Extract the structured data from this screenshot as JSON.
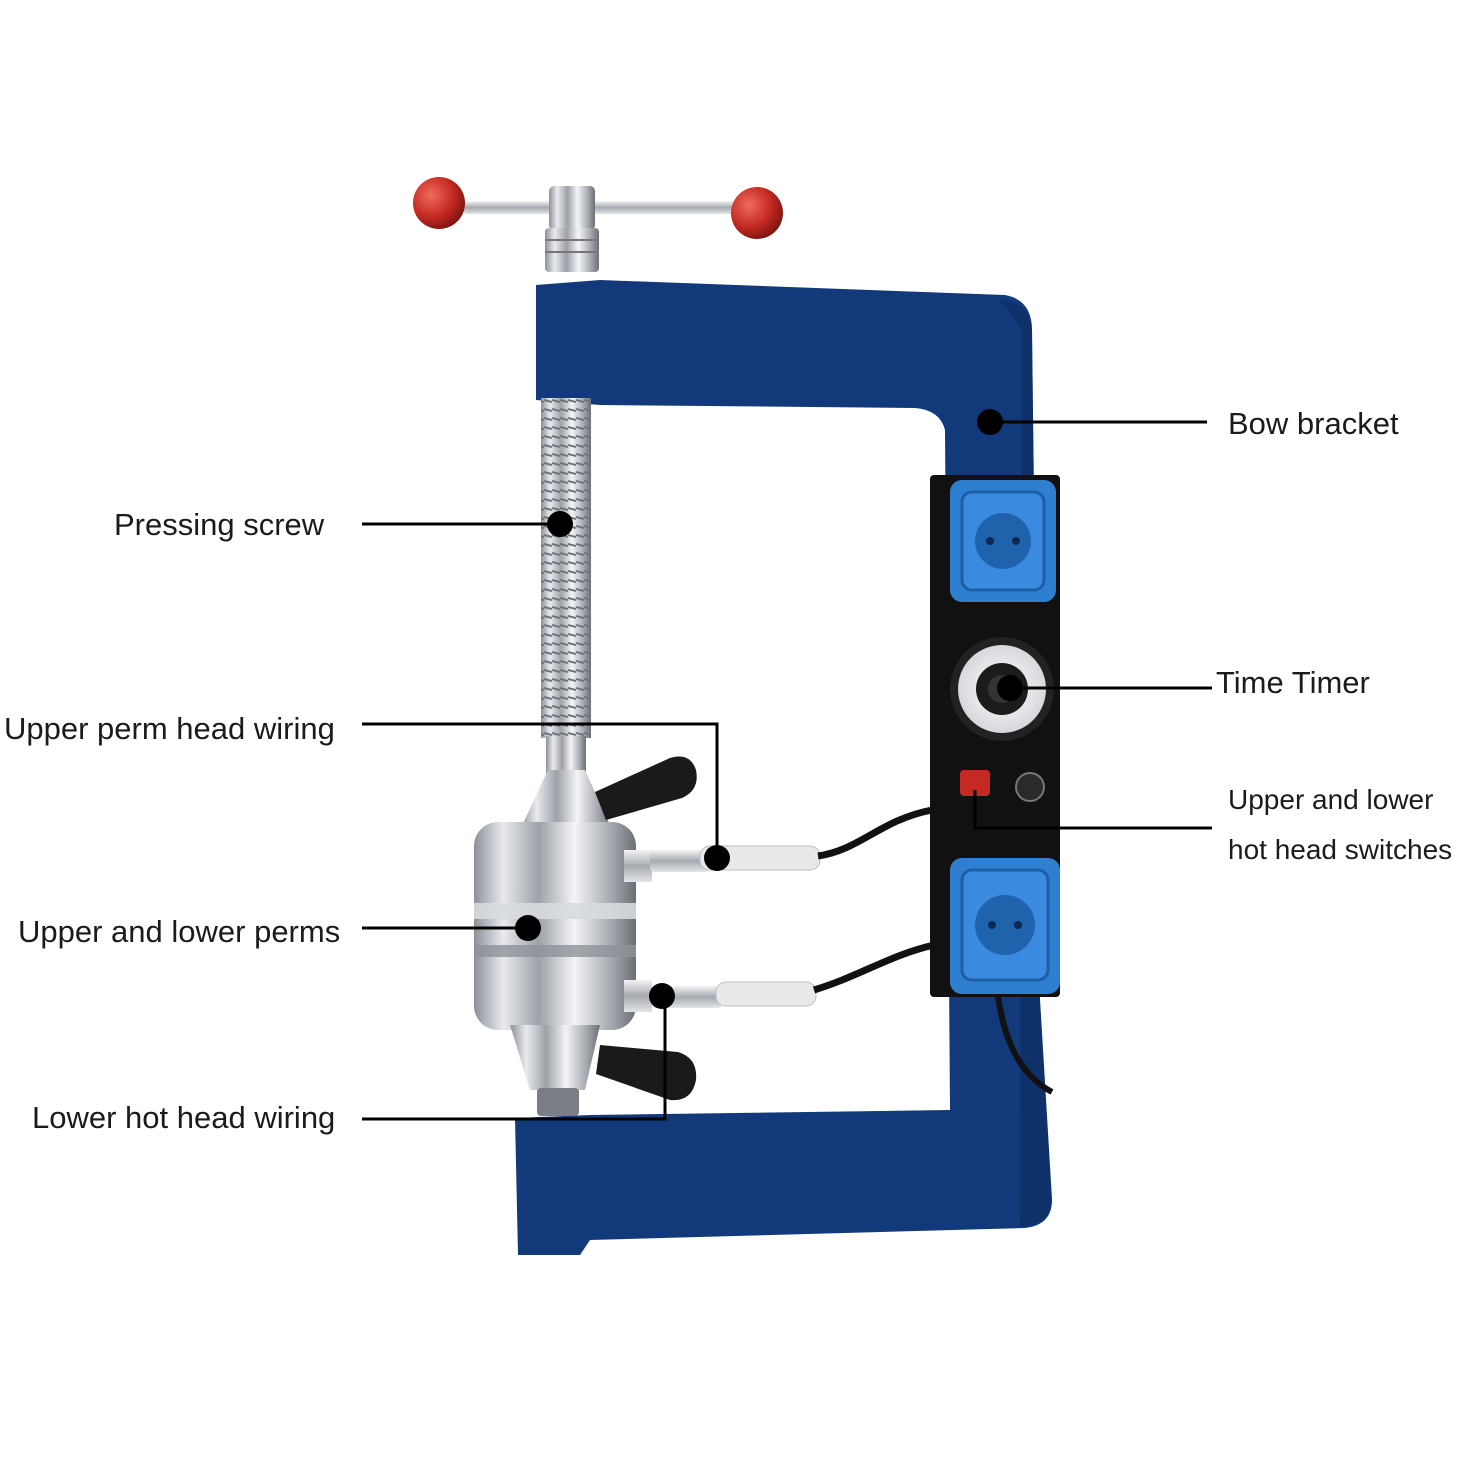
{
  "diagram": {
    "labels": {
      "bow_bracket": "Bow bracket",
      "pressing_screw": "Pressing screw",
      "time_timer": "Time Timer",
      "upper_perm_head_wiring": "Upper perm head wiring",
      "switches_line1": "Upper and lower",
      "switches_line2": "hot head switches",
      "upper_lower_perms": "Upper and lower perms",
      "lower_hot_head_wiring": "Lower hot head wiring"
    },
    "colors": {
      "frame": "#123a7a",
      "frame_shadow": "#0c2a5c",
      "knob": "#c42a22",
      "socket": "#2f7fd0",
      "control_box": "#111111",
      "chrome": "#c9ccd1",
      "leader_line": "#000000"
    },
    "icons": {
      "handle_knobs": "red-ball-knob",
      "sockets": "schuko-socket",
      "timer": "rotary-dial",
      "switch": "red-rocker-switch",
      "indicator": "power-indicator"
    }
  }
}
